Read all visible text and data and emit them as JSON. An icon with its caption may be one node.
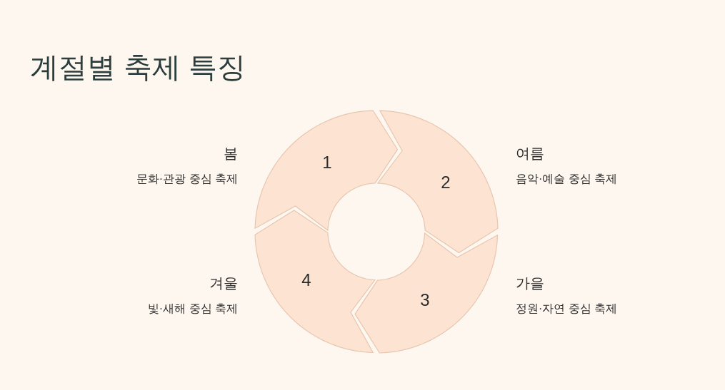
{
  "diagram": {
    "title": "계절별 축제 특징",
    "nodes": [
      {
        "text": [
          "1"
        ],
        "beside": [
          "봄",
          "문화·관광 중심 축제"
        ]
      },
      {
        "text": [
          "2"
        ],
        "beside": [
          "여름",
          "음악·예술 중심 축제"
        ]
      },
      {
        "text": [
          "3"
        ],
        "beside": [
          "가을",
          "정원·자연 중심 축제"
        ]
      },
      {
        "text": [
          "4"
        ],
        "beside": [
          "겨울",
          "빛·새해 중심 축제"
        ]
      }
    ]
  }
}
